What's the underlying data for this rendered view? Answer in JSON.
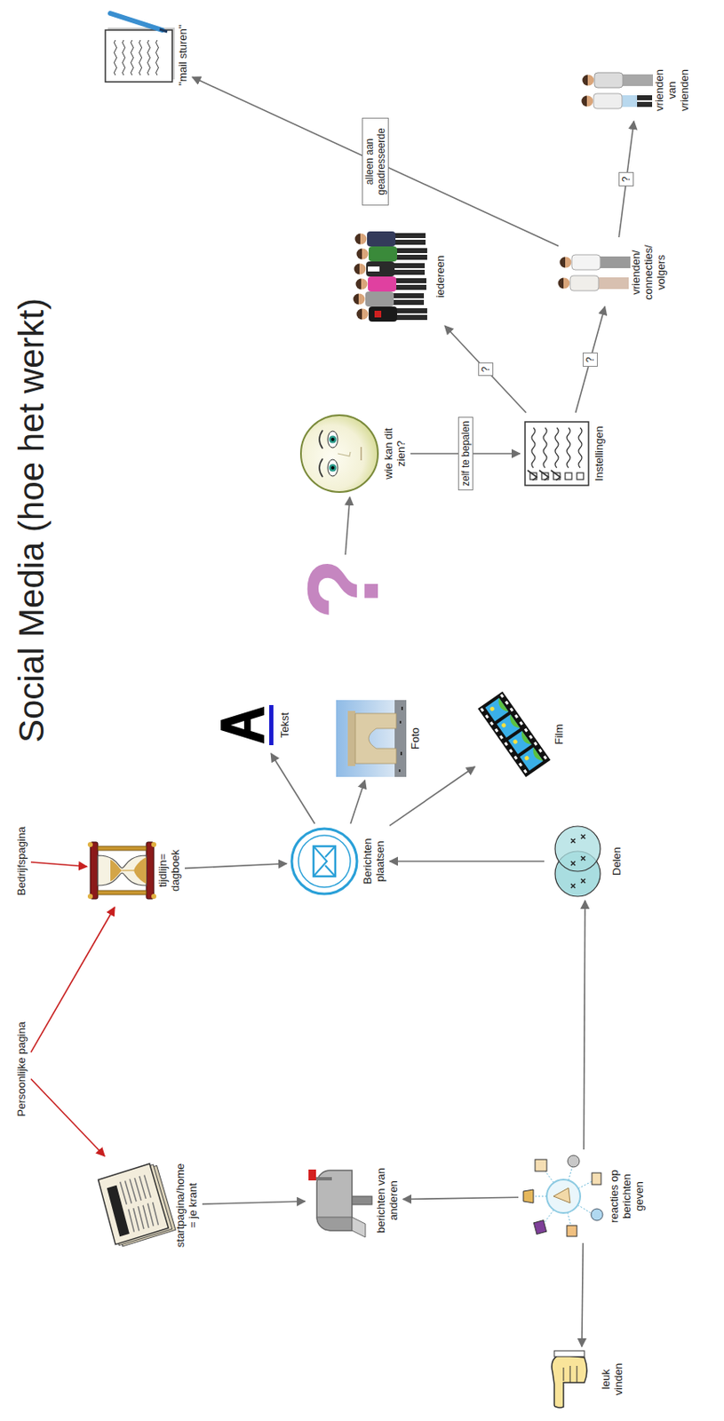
{
  "diagram": {
    "title": "Social Media (hoe het werkt)",
    "nodes": [
      {
        "text": [
          "Persoonlijke pagina"
        ]
      },
      {
        "text": [
          "Bedrijfspagina"
        ]
      },
      {
        "text": [
          "startpagina/home = je krant"
        ]
      },
      {
        "text": [
          "tijdlijn= dagboek"
        ]
      },
      {
        "text": [
          "berichten van anderen"
        ]
      },
      {
        "text": [
          "Berichten plaatsen"
        ]
      },
      {
        "text": [
          "reacties op berichten geven"
        ]
      },
      {
        "text": [
          "Delen"
        ]
      },
      {
        "text": [
          "leuk vinden"
        ]
      },
      {
        "text": [
          "Tekst"
        ]
      },
      {
        "text": [
          "Foto"
        ]
      },
      {
        "text": [
          "Film"
        ]
      },
      {
        "text": [
          "?"
        ]
      },
      {
        "text": [
          "wie kan dit zien?"
        ]
      },
      {
        "text": [
          "Instellingen"
        ]
      },
      {
        "text": [
          "iedereen"
        ]
      },
      {
        "text": [
          "vrienden/ connecties/ volgers"
        ]
      },
      {
        "text": [
          "vrienden van vrienden"
        ]
      },
      {
        "text": [
          "\"mail sturen\""
        ]
      }
    ],
    "edges": [
      {
        "from": 0,
        "to": 2,
        "arrow": "to"
      },
      {
        "from": 0,
        "to": 3,
        "arrow": "to"
      },
      {
        "from": 1,
        "to": 3,
        "arrow": "to"
      },
      {
        "from": 2,
        "to": 4,
        "arrow": "to"
      },
      {
        "from": 3,
        "to": 5,
        "arrow": "to"
      },
      {
        "from": 5,
        "to": 9,
        "arrow": "to"
      },
      {
        "from": 5,
        "to": 10,
        "arrow": "to"
      },
      {
        "from": 5,
        "to": 11,
        "arrow": "to"
      },
      {
        "from": 6,
        "to": 4,
        "arrow": "to"
      },
      {
        "from": 6,
        "to": 7,
        "arrow": "to"
      },
      {
        "from": 6,
        "to": 8,
        "arrow": "to"
      },
      {
        "from": 7,
        "to": 5,
        "arrow": "to"
      },
      {
        "from": 12,
        "to": 13,
        "arrow": "to"
      },
      {
        "from": 13,
        "to": 14,
        "label": "zelf te bepalen",
        "arrow": "to"
      },
      {
        "from": 14,
        "to": 15,
        "label": "?",
        "arrow": "to"
      },
      {
        "from": 14,
        "to": 16,
        "label": "?",
        "arrow": "to"
      },
      {
        "from": 16,
        "to": 17,
        "label": "?",
        "arrow": "to"
      },
      {
        "from": 16,
        "to": 18,
        "label": "alleen aan geadresseerde",
        "arrow": "to"
      }
    ]
  }
}
